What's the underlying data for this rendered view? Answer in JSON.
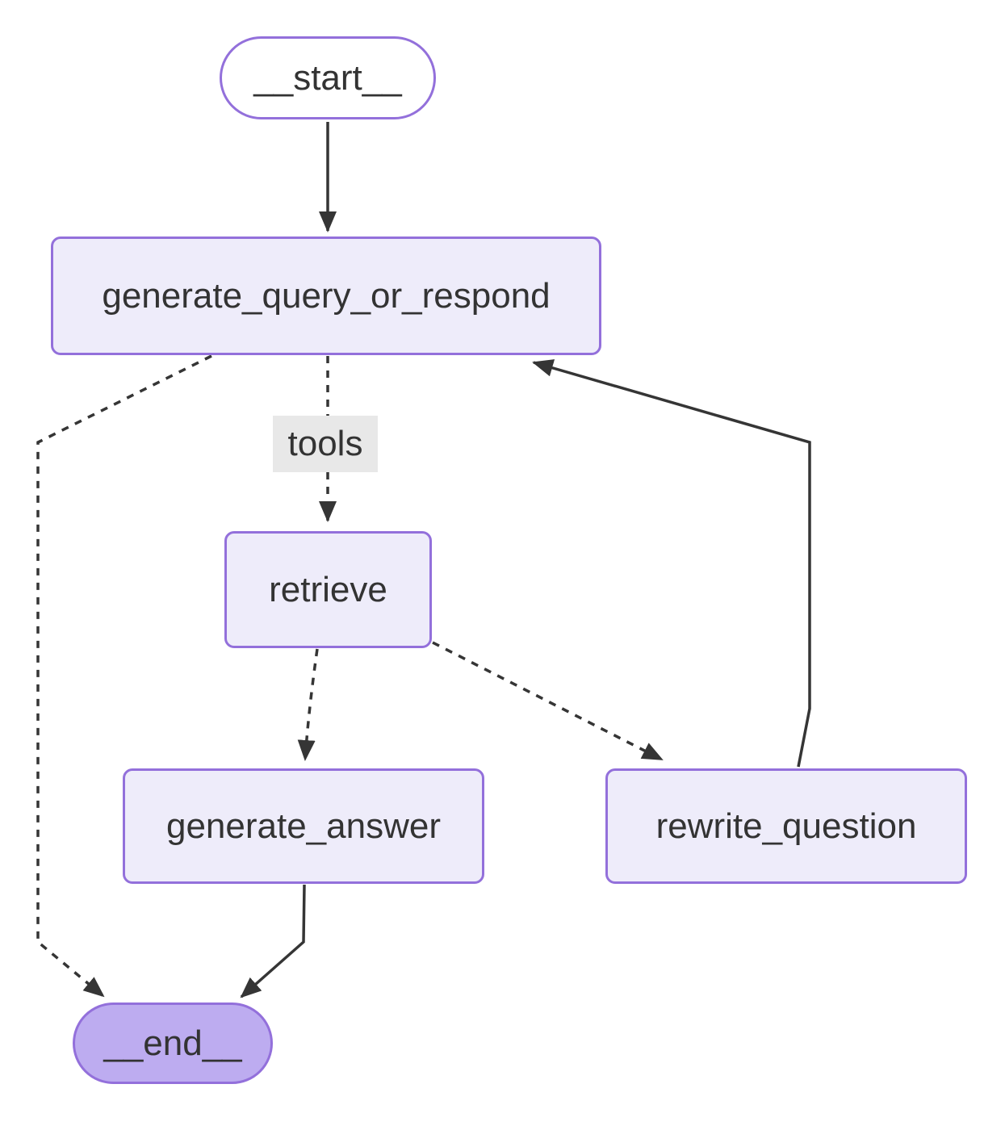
{
  "diagram": {
    "nodes": {
      "start": {
        "label": "__start__"
      },
      "generate_query_or_respond": {
        "label": "generate_query_or_respond"
      },
      "retrieve": {
        "label": "retrieve"
      },
      "generate_answer": {
        "label": "generate_answer"
      },
      "rewrite_question": {
        "label": "rewrite_question"
      },
      "end": {
        "label": "__end__"
      }
    },
    "edges": [
      {
        "from": "__start__",
        "to": "generate_query_or_respond",
        "style": "solid",
        "label": ""
      },
      {
        "from": "generate_query_or_respond",
        "to": "retrieve",
        "style": "dashed",
        "label": "tools"
      },
      {
        "from": "generate_query_or_respond",
        "to": "__end__",
        "style": "dashed",
        "label": ""
      },
      {
        "from": "retrieve",
        "to": "generate_answer",
        "style": "dashed",
        "label": ""
      },
      {
        "from": "retrieve",
        "to": "rewrite_question",
        "style": "dashed",
        "label": ""
      },
      {
        "from": "rewrite_question",
        "to": "generate_query_or_respond",
        "style": "solid",
        "label": ""
      },
      {
        "from": "generate_answer",
        "to": "__end__",
        "style": "solid",
        "label": ""
      }
    ],
    "colors": {
      "background": "#ffffff",
      "node-fill": "#eeecfa",
      "node-border": "#9370DB",
      "end-fill": "#bdacf0",
      "edge": "#353535",
      "text": "#333333",
      "label-bg": "#e8e8e8"
    }
  }
}
